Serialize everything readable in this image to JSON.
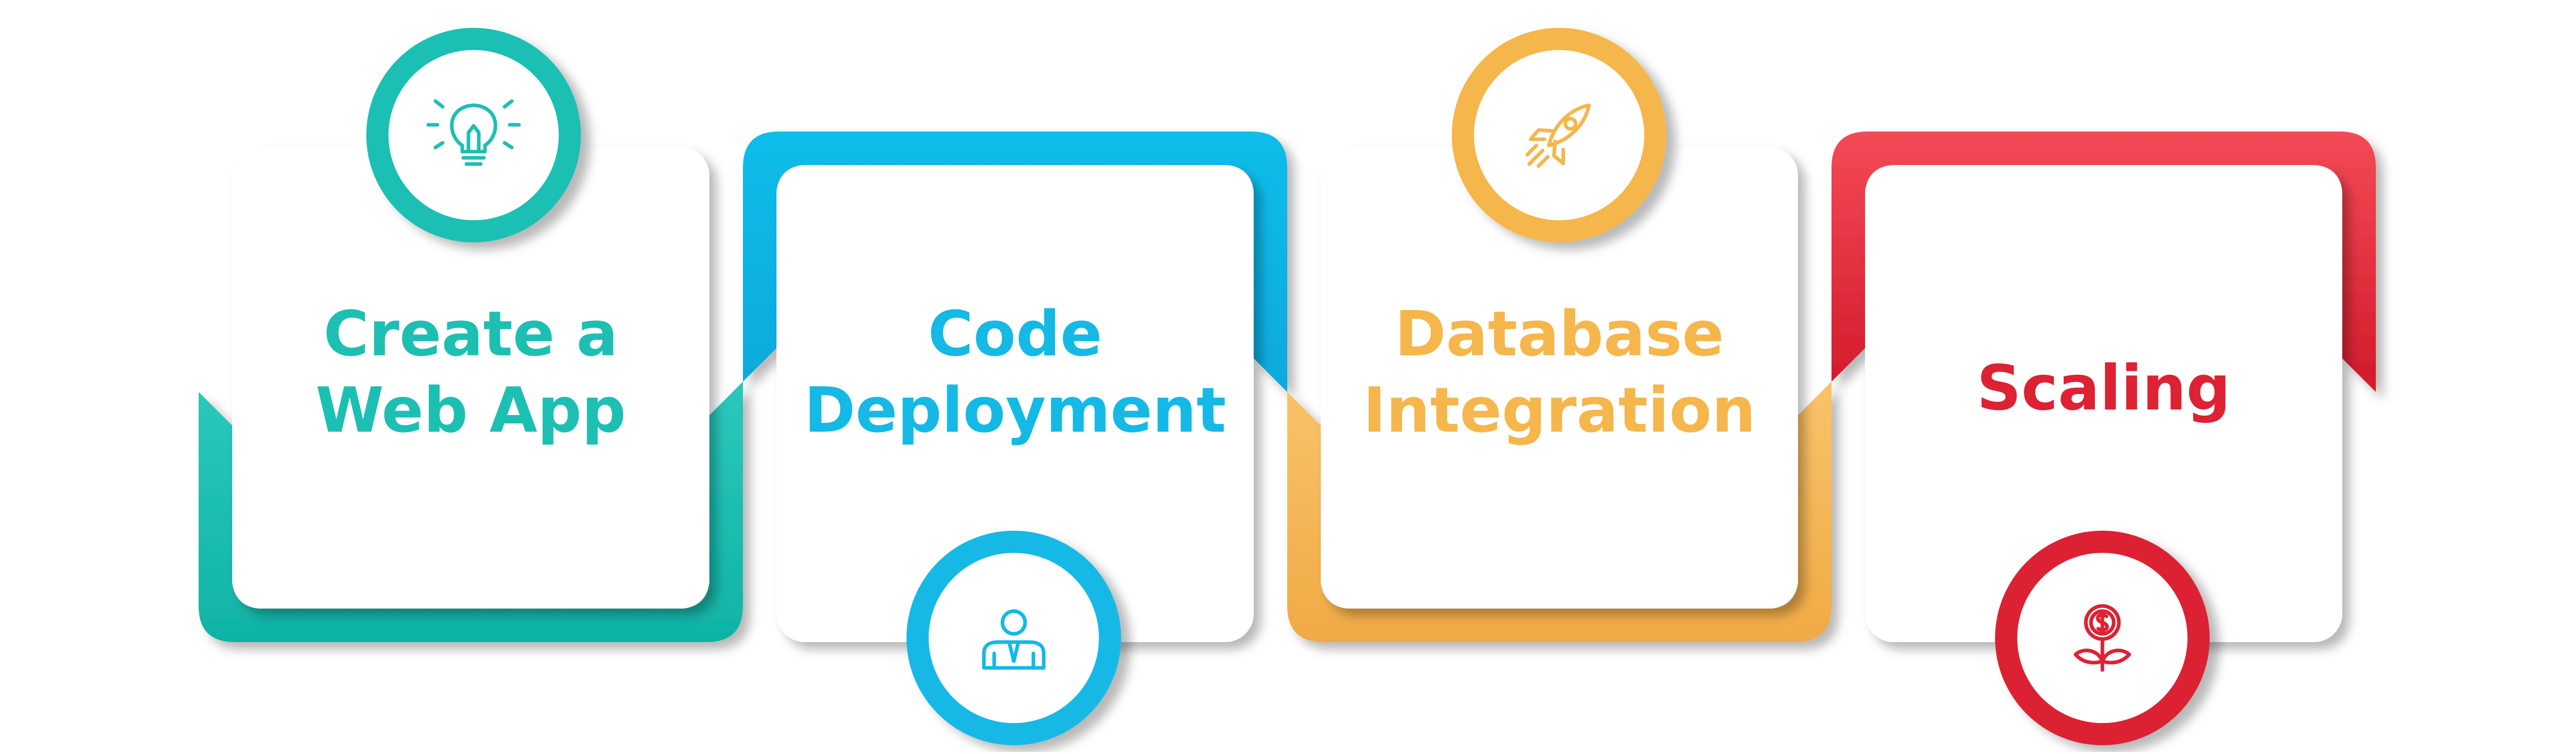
{
  "steps": [
    {
      "line1": "Create a",
      "line2": "Web App",
      "color": "#1ebfb3",
      "icon": "lightbulb-icon"
    },
    {
      "line1": "Code",
      "line2": "Deployment",
      "color": "#14b9e6",
      "icon": "person-icon"
    },
    {
      "line1": "Database",
      "line2": "Integration",
      "color": "#f5b64c",
      "icon": "rocket-icon"
    },
    {
      "line1": "Scaling",
      "line2": "",
      "color": "#dc2233",
      "icon": "money-plant-icon"
    }
  ]
}
